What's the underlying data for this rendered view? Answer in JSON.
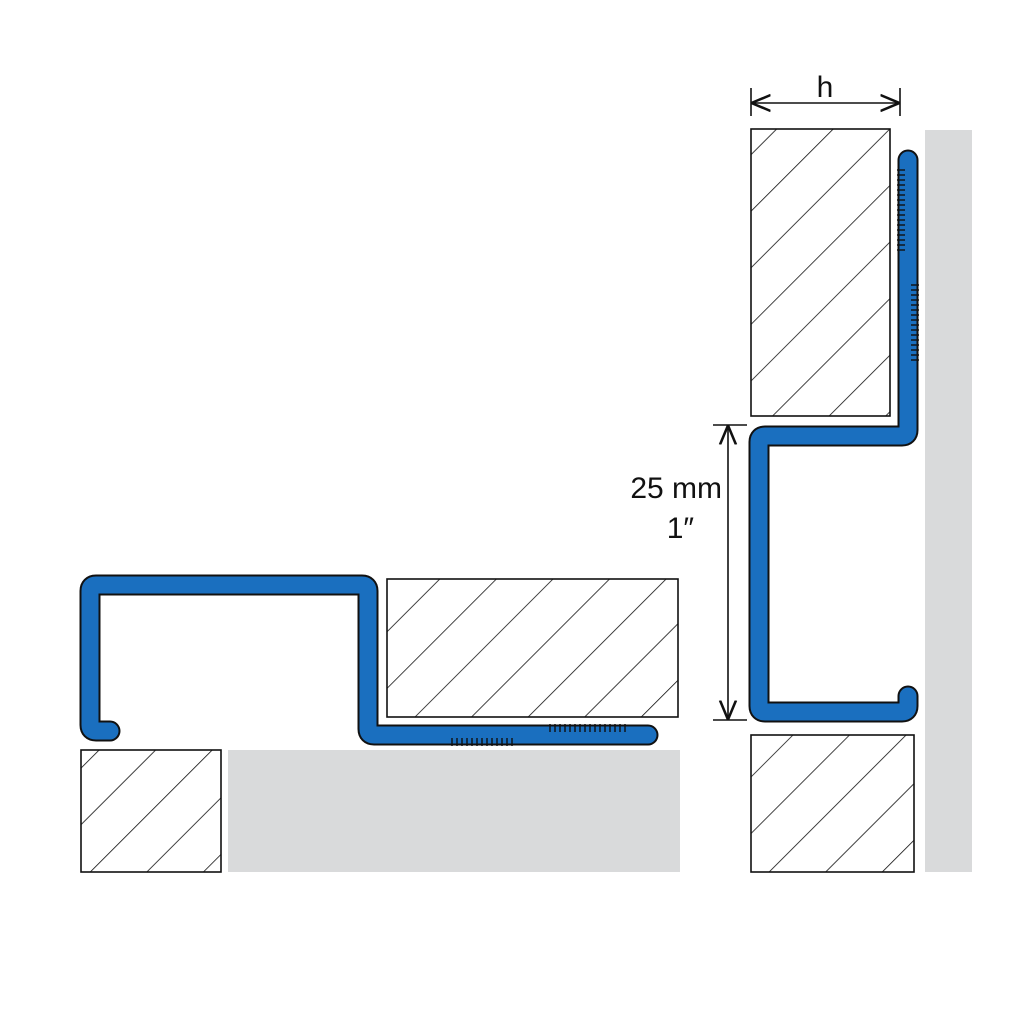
{
  "dimensions": {
    "width_symbol": "h",
    "height_metric": "25 mm",
    "height_imperial": "1″"
  },
  "colors": {
    "profile": "#1a6fbf",
    "profile_outline": "#111111",
    "wall": "#d9dadb",
    "tile_fill": "#ffffff",
    "hatch": "#111111"
  }
}
